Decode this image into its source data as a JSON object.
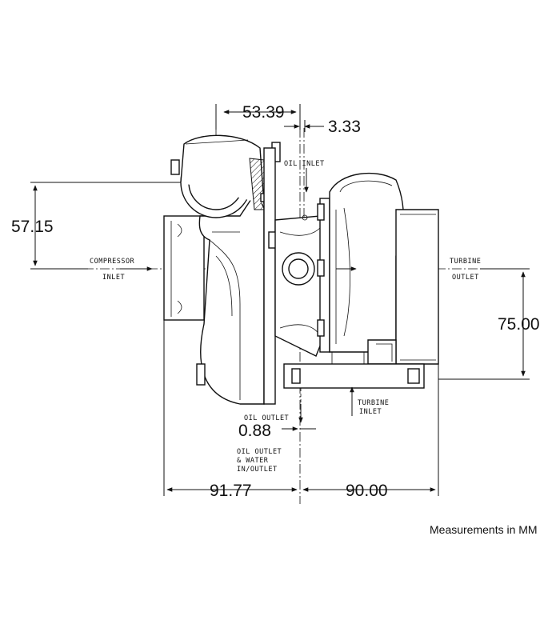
{
  "dimensions": {
    "width_top": "53.39",
    "offset_top": "3.33",
    "height_left": "57.15",
    "height_right": "75.00",
    "oil_outlet_offset": "0.88",
    "length_left": "91.77",
    "length_right": "90.00"
  },
  "labels": {
    "oil_inlet": "OIL INLET",
    "compressor_inlet_1": "COMPRESSOR",
    "compressor_inlet_2": "INLET",
    "turbine_outlet_1": "TURBINE",
    "turbine_outlet_2": "OUTLET",
    "turbine_inlet_1": "TURBINE",
    "turbine_inlet_2": "INLET",
    "oil_outlet": "OIL OUTLET",
    "oil_water_1": "OIL OUTLET",
    "oil_water_2": "& WATER",
    "oil_water_3": "IN/OUTLET"
  },
  "caption": "Measurements in MM"
}
